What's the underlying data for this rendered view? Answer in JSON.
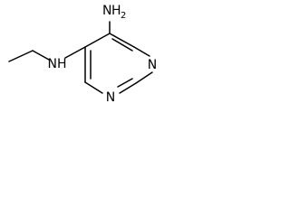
{
  "molecule": {
    "atoms": {
      "amine_top": {
        "element": "H",
        "subscript": "2",
        "symbol": "N"
      },
      "amine_left": {
        "text": "NH"
      },
      "ring_n_right": {
        "text": "N"
      },
      "ring_n_bottom": {
        "text": "N"
      }
    }
  },
  "colors": {
    "bond": "#000000",
    "background": "#ffffff"
  }
}
